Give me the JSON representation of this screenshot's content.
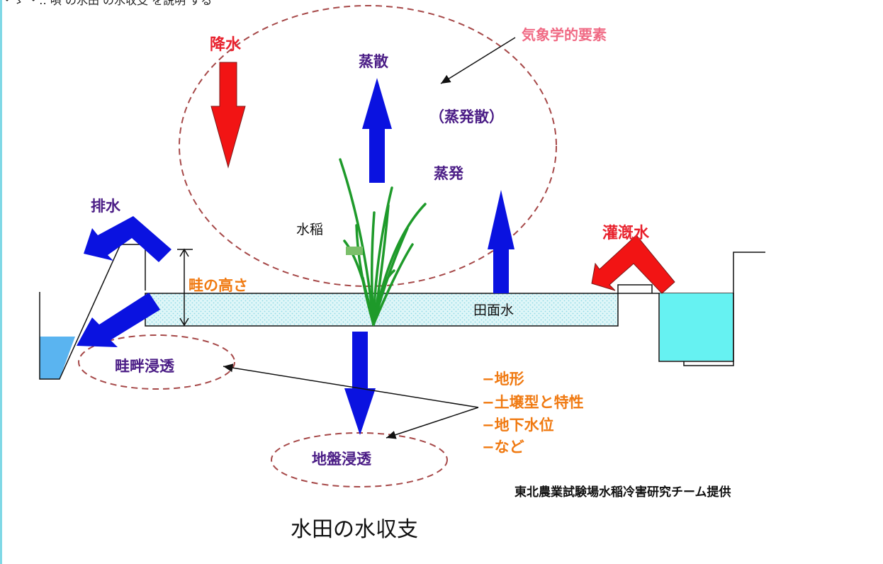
{
  "header_fragment": "・ゞ ・‥ 唄 の水田 の水収支 を説明 する",
  "labels": {
    "precipitation": "降水",
    "transpiration": "蒸散",
    "evapotranspiration": "（蒸発散）",
    "evaporation": "蒸発",
    "meteorological_factors": "気象学的要素",
    "drainage": "排水",
    "rice": "水稲",
    "levee_height": "畦の高さ",
    "irrigation": "灌漑水",
    "field_water": "田面水",
    "levee_seepage": "畦畔浸透",
    "ground_seepage": "地盤浸透"
  },
  "factors": [
    "−地形",
    "−土壌型と特性",
    "−地下水位",
    "−など"
  ],
  "credit": "東北農業試験場水稲冷害研究チーム提供",
  "caption": "水田の水収支",
  "colors": {
    "blue_arrow": "#0a12e0",
    "red_arrow": "#f21414",
    "water_cyan": "#66f2f2",
    "ditch_blue": "#5ab4f0",
    "paddy_water": "#dff6f8",
    "dashed_ellipse": "#a64848",
    "rice_green": "#1e9a2a",
    "purple_text": "#4b1d86",
    "orange_text": "#f07a12",
    "red_text": "#e8202c"
  }
}
